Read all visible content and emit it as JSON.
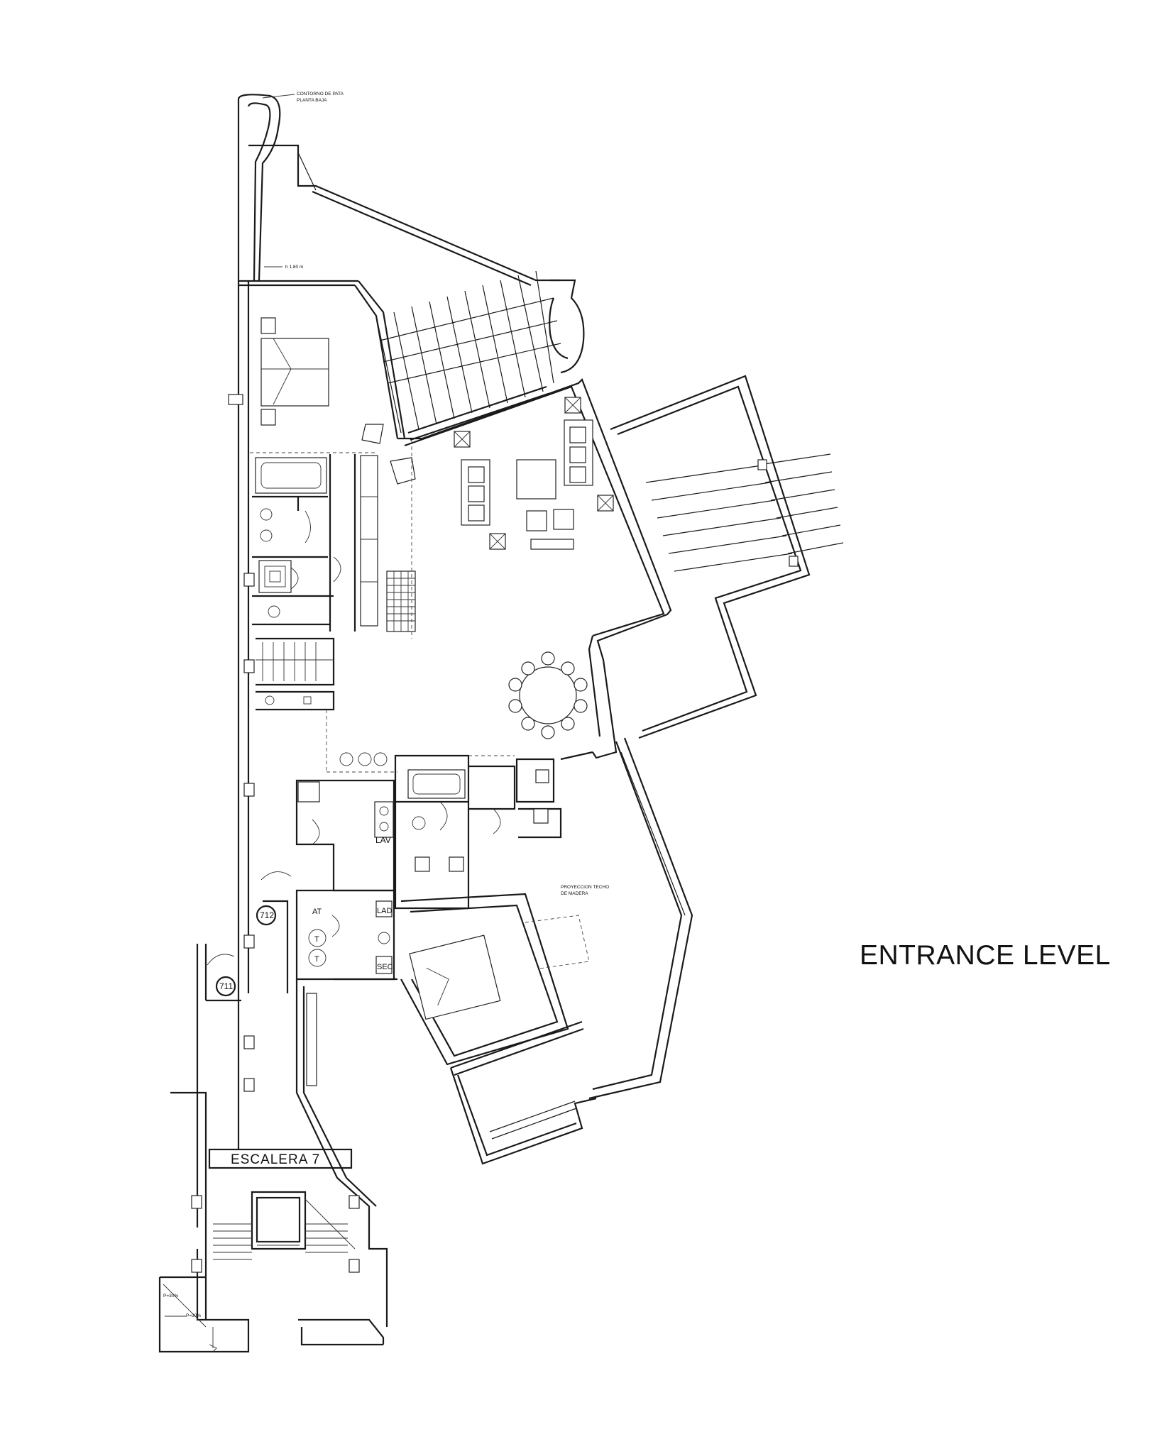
{
  "plan": {
    "title": "ENTRANCE LEVEL",
    "stair_label": "ESCALERA 7",
    "note_contour_line1": "CONTORNO DE PATA",
    "note_contour_line2": "PLANTA BAJA",
    "note_height": "h 1.80 m",
    "note_ceiling_line1": "PROYECCION TECHO",
    "note_ceiling_line2": "DE MADERA",
    "door_tag_712": "712",
    "door_tag_711": "711",
    "utility_lav": "LAV",
    "utility_lad": "LAD",
    "utility_sec": "SEC",
    "utility_at": "AT",
    "utility_t1": "T",
    "utility_t2": "T",
    "level_mark_1": "P=30%",
    "level_mark_2": "P=30%"
  }
}
